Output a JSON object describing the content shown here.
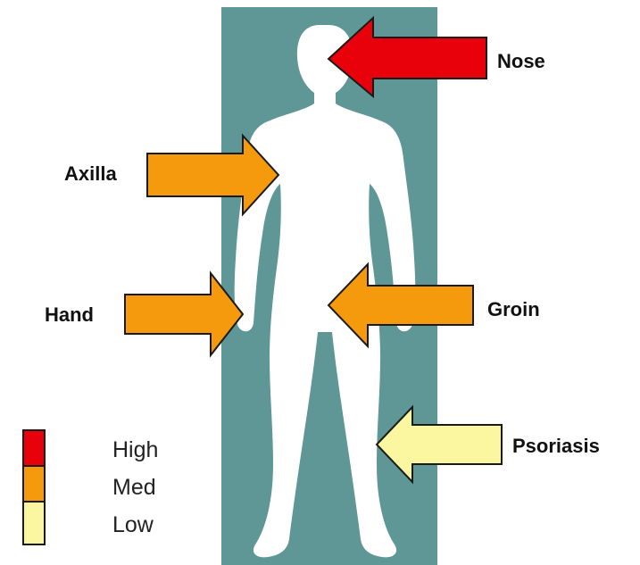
{
  "colors": {
    "high": "#e8000b",
    "med": "#f59a0c",
    "low": "#fbf7a0",
    "panel": "#5f9696",
    "figure": "#ffffff",
    "outline": "#1a1a1a"
  },
  "sites": [
    {
      "label": "Nose",
      "level": "high"
    },
    {
      "label": "Axilla",
      "level": "med"
    },
    {
      "label": "Hand",
      "level": "med"
    },
    {
      "label": "Groin",
      "level": "med"
    },
    {
      "label": "Psoriasis",
      "level": "low"
    }
  ],
  "legend": {
    "items": [
      {
        "label": "High",
        "level": "high"
      },
      {
        "label": "Med",
        "level": "med"
      },
      {
        "label": "Low",
        "level": "low"
      }
    ]
  }
}
